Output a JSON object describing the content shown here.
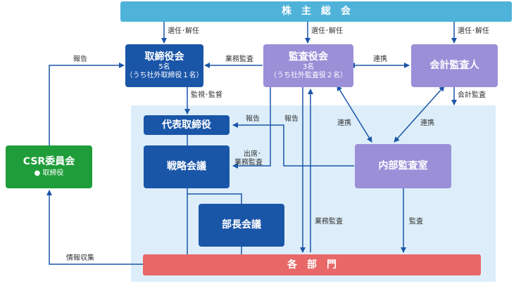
{
  "shareholders_meeting": "株　主　総　会",
  "board": {
    "title": "取締役会",
    "line1": "5名",
    "line2": "（うち社外取締役１名）"
  },
  "audit_board": {
    "title": "監査役会",
    "line1": "3名",
    "line2": "（うち社外監査役２名）"
  },
  "accounting_auditor": "会計監査人",
  "representative_director": "代表取締役",
  "strategy_meeting": "戦略会議",
  "department_heads_meeting": "部長会議",
  "internal_audit": "内部監査室",
  "csr_committee": {
    "title": "CSR委員会",
    "sub": "● 取締役"
  },
  "departments": "各　部　門",
  "labels": {
    "election_1": "選任･解任",
    "election_2": "選任･解任",
    "election_3": "選任･解任",
    "report_board": "報告",
    "business_audit_top": "業務監査",
    "coordination_top": "連携",
    "supervision": "監視･監督",
    "accounting_audit": "会計監査",
    "report_rep": "報告",
    "report_audit": "報告",
    "coordination_left": "連携",
    "coordination_right": "連携",
    "attend_line1": "出席･",
    "attend_line2": "業務監査",
    "business_audit_bottom": "業務監査",
    "audit": "監査",
    "info_collection": "情報収集"
  },
  "colors": {
    "top_bar": "#4fb3d9",
    "region": "#ddeefa",
    "blue": "#1a56a8",
    "purple": "#9b8fd8",
    "green": "#1f9d3a",
    "departments": "#e86868",
    "arrow": "#1a56a8"
  }
}
